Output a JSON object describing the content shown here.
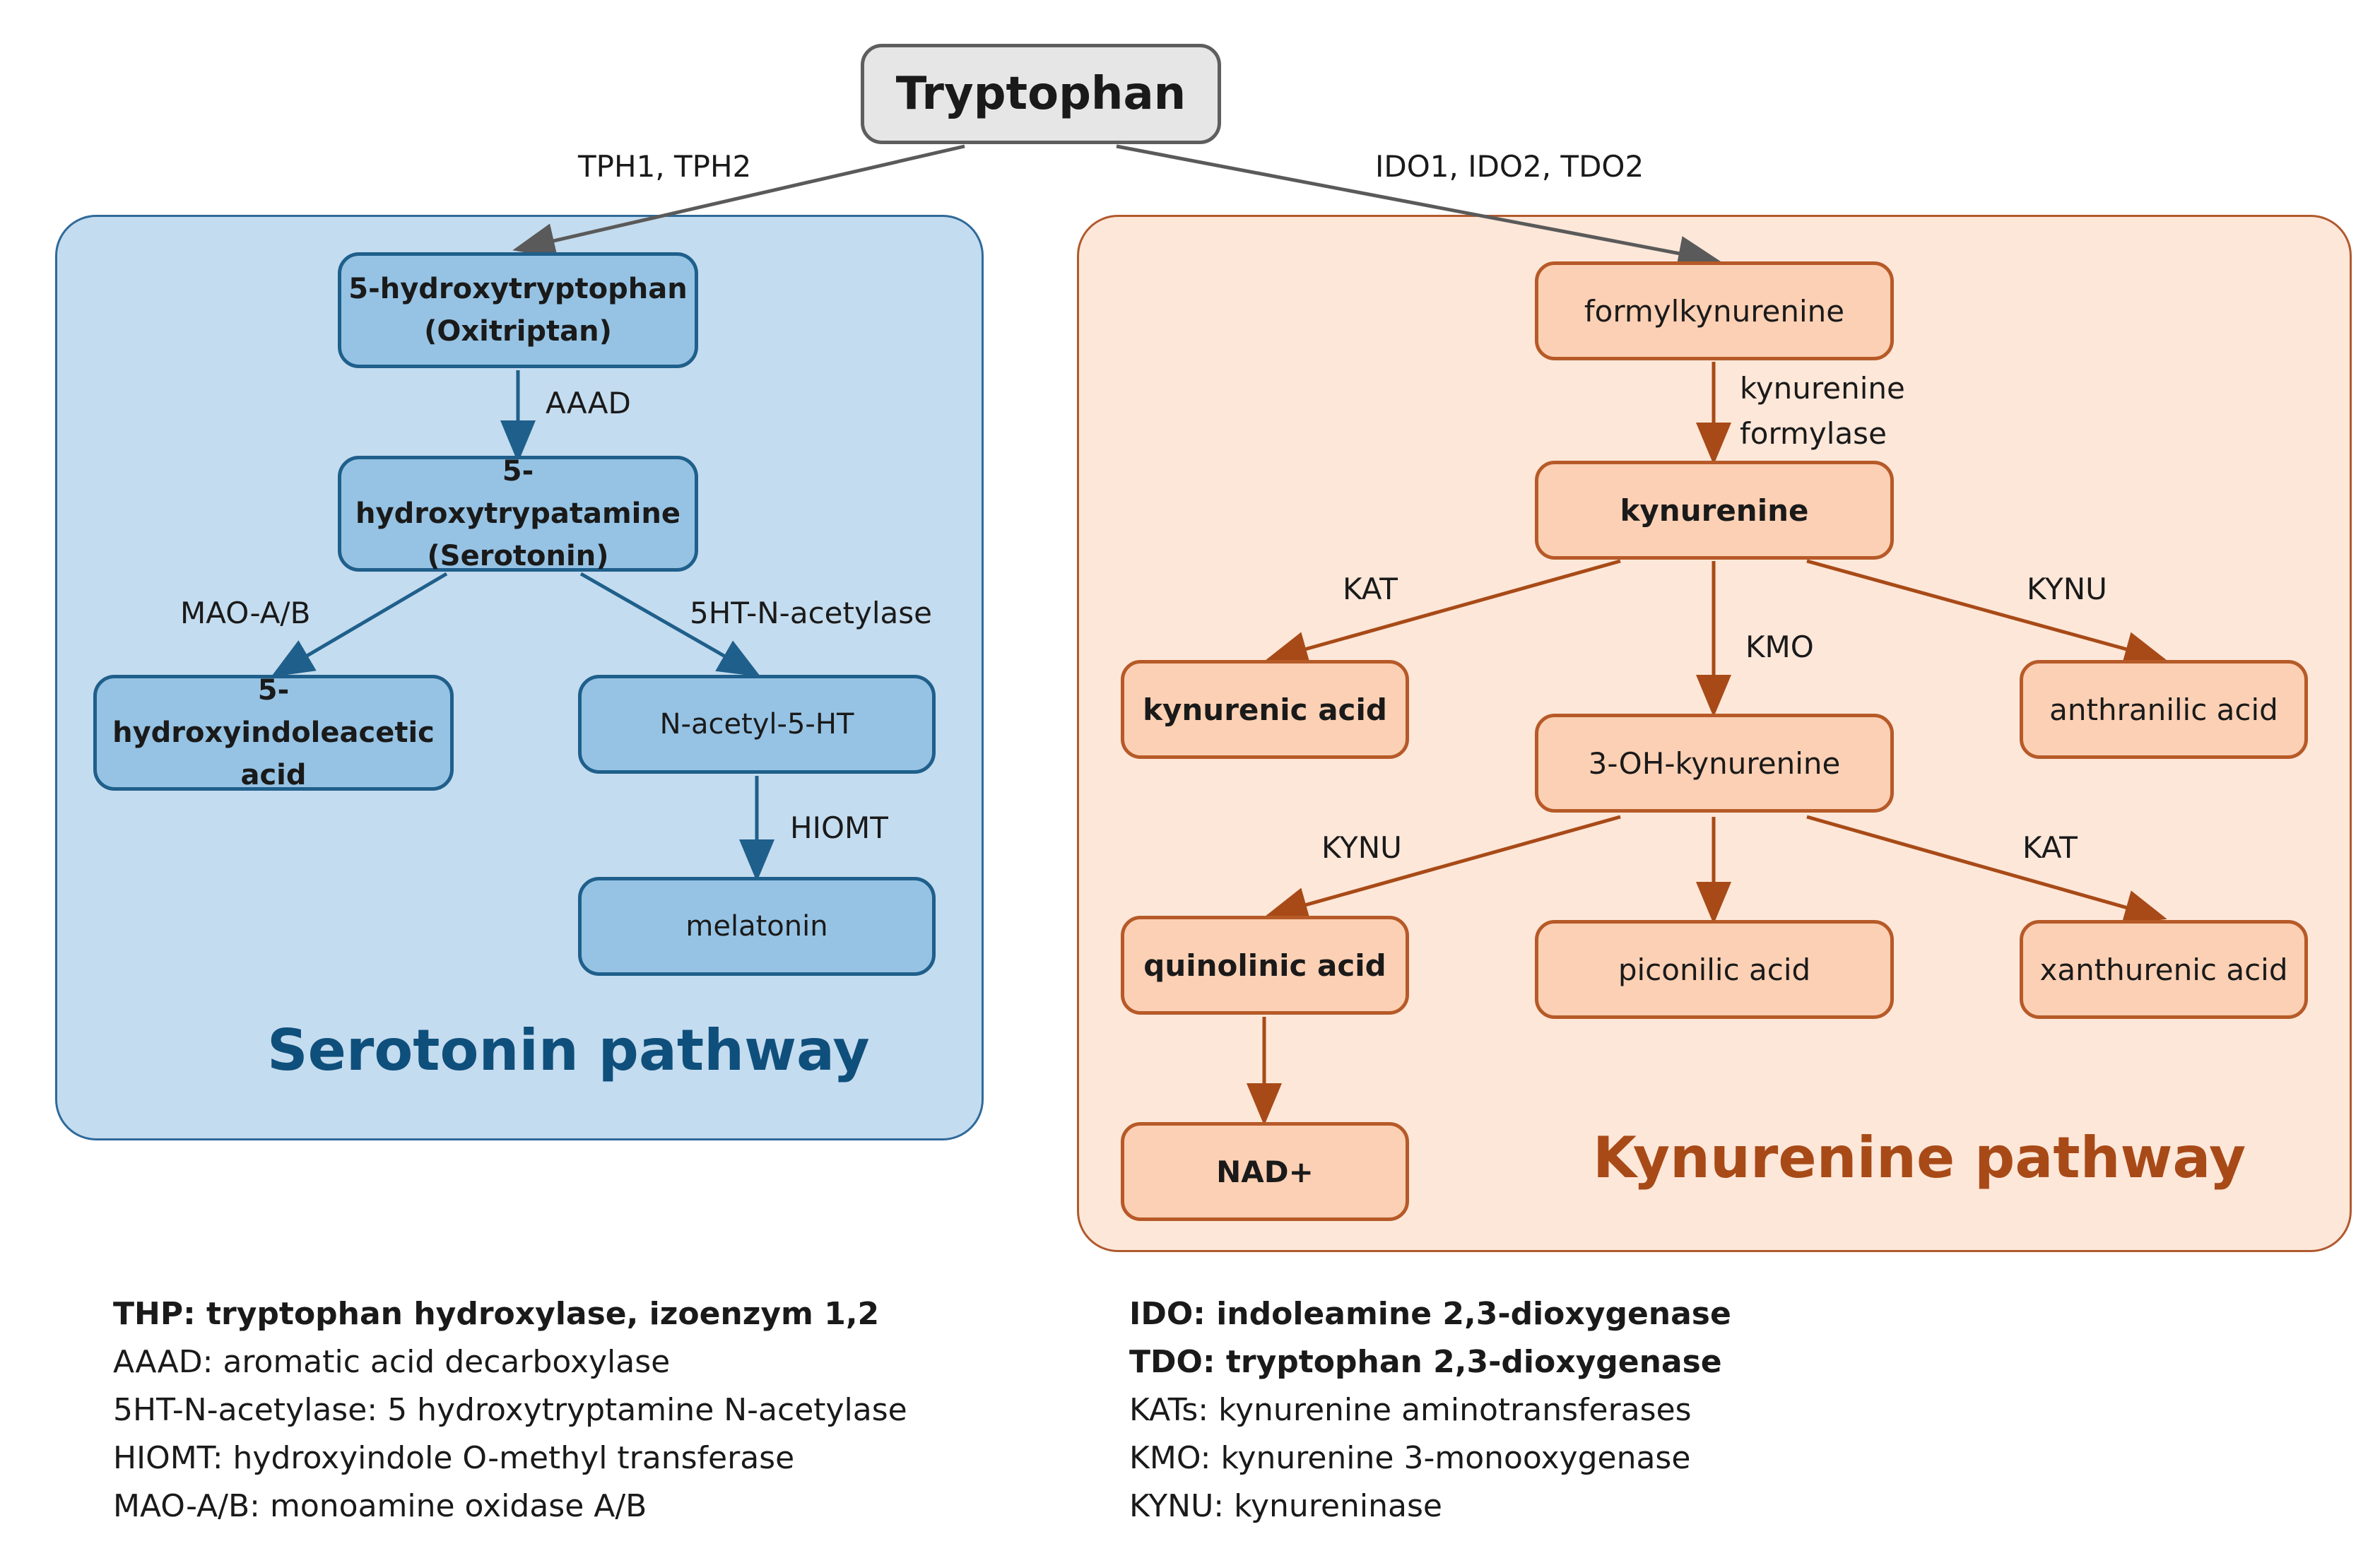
{
  "root": {
    "label": "Tryptophan"
  },
  "serotonin": {
    "title": "Serotonin pathway",
    "nodes": {
      "hydroxytryptophan": {
        "line1": "5-hydroxytryptophan",
        "line2": "(Oxitriptan)"
      },
      "serotonin": {
        "line1": "5-hydroxytrypatamine",
        "line2": "(Serotonin)"
      },
      "hiaa": {
        "line1": "5-hydroxyindoleacetic",
        "line2": "acid"
      },
      "nacetyl": "N-acetyl-5-HT",
      "melatonin": "melatonin"
    },
    "enzymes": {
      "tph": "TPH1, TPH2",
      "aaad": "AAAD",
      "mao": "MAO-A/B",
      "acetylase": "5HT-N-acetylase",
      "hiomt": "HIOMT"
    }
  },
  "kynurenine": {
    "title": "Kynurenine pathway",
    "nodes": {
      "formylkynurenine": "formylkynurenine",
      "kynurenine": "kynurenine",
      "kynurenic_acid": "kynurenic acid",
      "three_oh": "3-OH-kynurenine",
      "anthranilic": "anthranilic acid",
      "quinolinic": "quinolinic acid",
      "piconilic": "piconilic acid",
      "xanthurenic": "xanthurenic acid",
      "nad": "NAD+"
    },
    "enzymes": {
      "ido": "IDO1, IDO2, TDO2",
      "formylase_1": "kynurenine",
      "formylase_2": "formylase",
      "kat_1": "KAT",
      "kmo": "KMO",
      "kynu_1": "KYNU",
      "kynu_2": "KYNU",
      "kat_2": "KAT"
    }
  },
  "legend_left": [
    "THP: tryptophan hydroxylase, izoenzym 1,2",
    "AAAD: aromatic acid decarboxylase",
    "5HT-N-acetylase: 5 hydroxytryptamine N-acetylase",
    "HIOMT: hydroxyindole O-methyl transferase",
    "MAO-A/B: monoamine oxidase A/B"
  ],
  "legend_right": [
    "IDO: indoleamine 2,3-dioxygenase",
    "TDO: tryptophan 2,3-dioxygenase",
    "KATs: kynurenine aminotransferases",
    "KMO: kynurenine 3-monooxygenase",
    "KYNU: kynureninase"
  ],
  "colors": {
    "serotonin_title": "#0f4f7c",
    "kynurenine_title": "#a84a17",
    "blue_arrow": "#1f5f8b",
    "orange_arrow": "#a84a17",
    "gray_arrow": "#5a5a5a"
  }
}
